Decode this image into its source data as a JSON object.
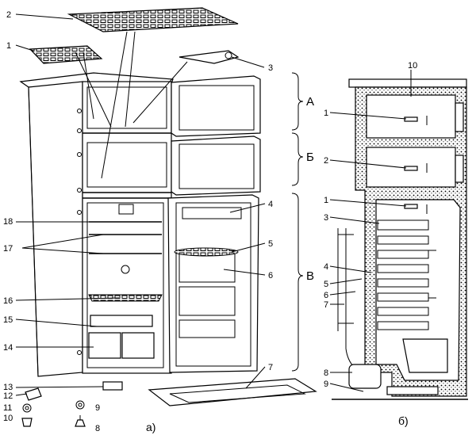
{
  "left_view": {
    "caption": "а)",
    "callouts": [
      "1",
      "2",
      "3",
      "4",
      "5",
      "6",
      "7",
      "8",
      "9",
      "10",
      "11",
      "12",
      "13",
      "14",
      "15",
      "16",
      "17",
      "18"
    ],
    "zones": [
      "А",
      "Б",
      "В"
    ]
  },
  "right_view": {
    "caption": "б)",
    "callouts": [
      "10",
      "1",
      "2",
      "1",
      "3",
      "4",
      "5",
      "6",
      "7",
      "8",
      "9"
    ]
  }
}
